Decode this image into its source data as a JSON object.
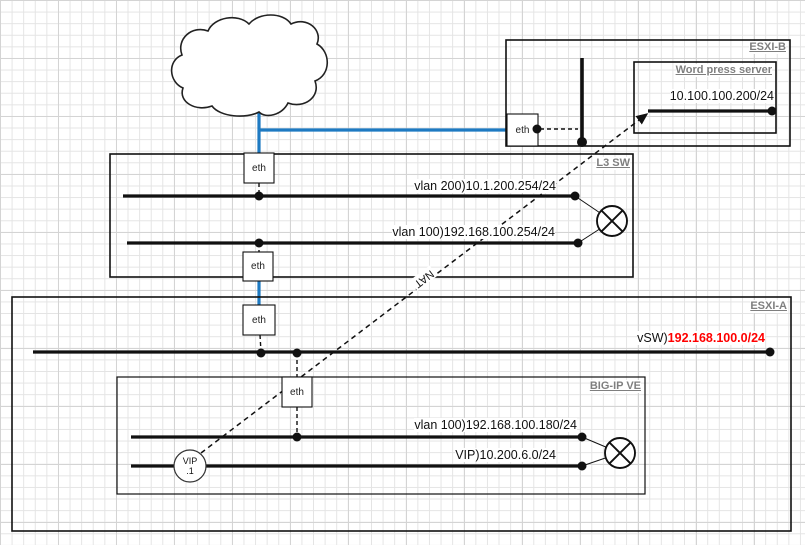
{
  "diagram": {
    "colors": {
      "link_blue": "#1e7ac2",
      "alert_red": "#ff0000",
      "box_label_gray": "#7f7f7f",
      "line_black": "#111111"
    },
    "labels": {
      "eth": "eth",
      "nat": "NAT"
    },
    "esxi_b": {
      "title": "ESXI-B",
      "wordpress": {
        "title": "Word press server",
        "ip": "10.100.100.200/24"
      }
    },
    "l3_switch": {
      "title": "L3 SW",
      "vlan200": "vlan 200)10.1.200.254/24",
      "vlan100": "vlan 100)192.168.100.254/24"
    },
    "esxi_a": {
      "title": "ESXI-A",
      "vsw_prefix": "vSW)",
      "vsw_network": "192.168.100.0/24",
      "bigip": {
        "title": "BIG-IP VE",
        "vlan100": "vlan 100)192.168.100.180/24",
        "vip": "VIP)10.200.6.0/24",
        "vip_node_line1": "VIP",
        "vip_node_line2": ".1"
      }
    }
  }
}
